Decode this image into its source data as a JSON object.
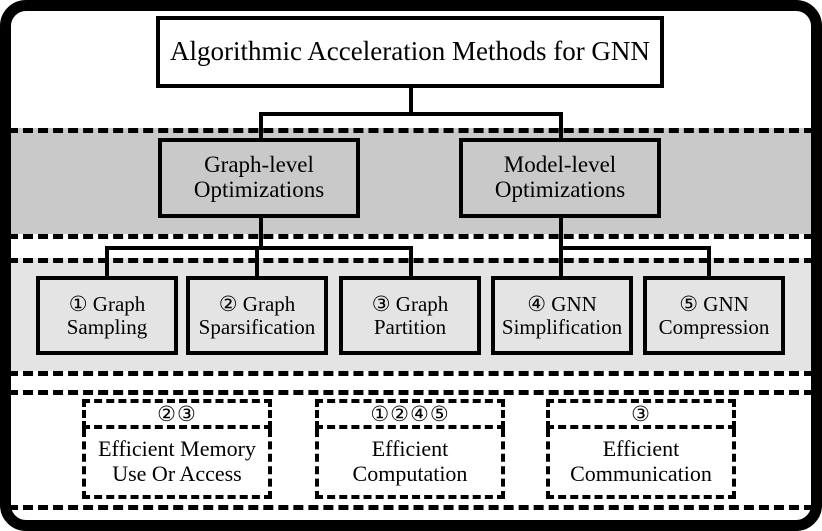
{
  "figure": {
    "type": "hierarchy-taxonomy-diagram",
    "root": {
      "label": "Algorithmic Acceleration Methods for GNN"
    },
    "levels": [
      {
        "band": "dark",
        "band_color": "#c9c9c9",
        "nodes": [
          {
            "line1": "Graph-level",
            "line2": "Optimizations"
          },
          {
            "line1": "Model-level",
            "line2": "Optimizations"
          }
        ]
      },
      {
        "band": "light",
        "band_color": "#e4e4e4",
        "nodes": [
          {
            "marker": "①",
            "line1": "Graph",
            "line2": "Sampling"
          },
          {
            "marker": "②",
            "line1": "Graph",
            "line2": "Sparsification"
          },
          {
            "marker": "③",
            "line1": "Graph",
            "line2": "Partition"
          },
          {
            "marker": "④",
            "line1": "GNN",
            "line2": "Simplification"
          },
          {
            "marker": "⑤",
            "line1": "GNN",
            "line2": "Compression"
          }
        ]
      }
    ],
    "goals": [
      {
        "markers": "②③",
        "line1": "Efficient Memory",
        "line2": "Use Or Access"
      },
      {
        "markers": "①②④⑤",
        "line1": "Efficient",
        "line2": "Computation"
      },
      {
        "markers": "③",
        "line1": "Efficient",
        "line2": "Communication"
      }
    ],
    "colors": {
      "frame": "#000000",
      "band_dark": "#c9c9c9",
      "band_light": "#e4e4e4",
      "box_fill_white": "#ffffff",
      "line": "#000000"
    }
  }
}
